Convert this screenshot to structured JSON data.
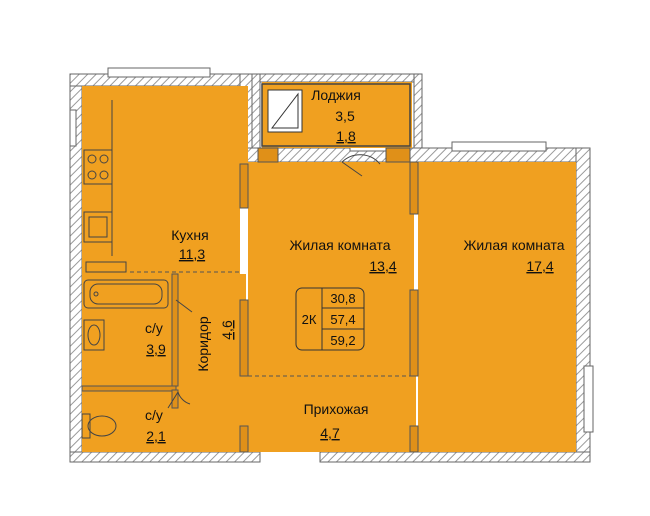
{
  "colors": {
    "room_fill": "#f0a020",
    "wall": "#666666",
    "hatch": "#9a9a9a",
    "text": "#111111"
  },
  "rooms": {
    "loggia": {
      "name": "Лоджия",
      "area_a": "3,5",
      "area_b": "1,8"
    },
    "kitchen": {
      "name": "Кухня",
      "area": "11,3"
    },
    "living1": {
      "name": "Жилая комната",
      "area": "13,4"
    },
    "living2": {
      "name": "Жилая комната",
      "area": "17,4"
    },
    "bath1": {
      "name": "с/у",
      "area": "3,9"
    },
    "bath2": {
      "name": "с/у",
      "area": "2,1"
    },
    "corridor": {
      "name": "Коридор",
      "area": "4,6"
    },
    "hall": {
      "name": "Прихожая",
      "area": "4,7"
    }
  },
  "summary": {
    "type": "2К",
    "living_area": "30,8",
    "total_area": "57,4",
    "total_with_loggia": "59,2"
  },
  "icons": [
    "stove-icon",
    "sink-icon",
    "bathtub-icon",
    "washbasin-icon",
    "toilet-icon",
    "door-swing-icon"
  ]
}
